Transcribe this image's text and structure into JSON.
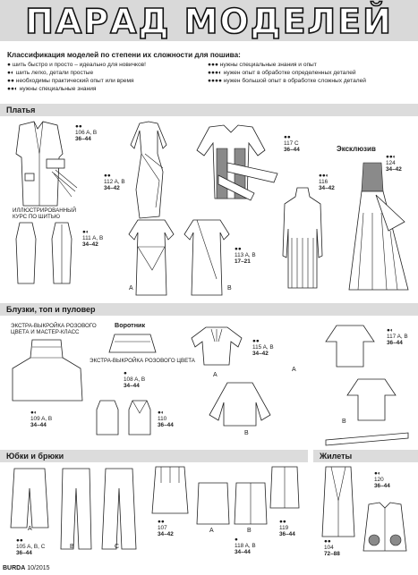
{
  "header": {
    "title": "ПАРАД МОДЕЛЕЙ"
  },
  "classification": {
    "title": "Классификация моделей по степени их сложности для пошива:",
    "items": [
      "● шить быстро и просто – идеально для новичков!",
      "●◐ шить легко, детали простые",
      "●● необходимы практический опыт или время",
      "●●◐ нужны специальные знания",
      "●●● нужны специальные знания и опыт",
      "●●●◐ нужен опыт в обработке определенных деталей",
      "●●●● нужен большой опыт в обработке сложных деталей"
    ]
  },
  "sections": {
    "dresses": "Платья",
    "blouses": "Блузки, топ и пуловер",
    "skirts": "Юбки и брюки",
    "vests": "Жилеты"
  },
  "labels": {
    "exclusive": "Эксклюзив",
    "course": [
      "ИЛЛЮСТРИРОВАННЫЙ",
      "КУРС ПО ШИТЬЮ"
    ],
    "collar": "Воротник",
    "extra1": [
      "ЭКСТРА-ВЫКРОЙКА РОЗОВОГО",
      "ЦВЕТА И МАСТЕР-КЛАСС"
    ],
    "extra2": "ЭКСТРА-ВЫКРОЙКА РОЗОВОГО ЦВЕТА",
    "variant_a": "A",
    "variant_b": "B",
    "variant_c": "C"
  },
  "models": {
    "m106": {
      "dots": "●●",
      "code": "106 A, B",
      "size": "36–44"
    },
    "m112": {
      "dots": "●●",
      "code": "112 A, B",
      "size": "34–42"
    },
    "m117c": {
      "dots": "●●",
      "code": "117 C",
      "size": "36–44"
    },
    "m124": {
      "dots": "●●◐",
      "code": "124",
      "size": "34–42"
    },
    "m116": {
      "dots": "●●◐",
      "code": "116",
      "size": "34–42"
    },
    "m111": {
      "dots": "●◐",
      "code": "111 A, B",
      "size": "34–42"
    },
    "m113": {
      "dots": "●●",
      "code": "113 A, B",
      "size": "17–21"
    },
    "m115": {
      "dots": "●●",
      "code": "115 A, B",
      "size": "34–42"
    },
    "m117ab": {
      "dots": "●◐",
      "code": "117 A, B",
      "size": "36–44"
    },
    "m108": {
      "dots": "●",
      "code": "108 A, B",
      "size": "34–44"
    },
    "m109": {
      "dots": "●◐",
      "code": "109 A, B",
      "size": "34–44"
    },
    "m110": {
      "dots": "●◐",
      "code": "110",
      "size": "36–44"
    },
    "m105": {
      "dots": "●●",
      "code": "105 A, B, C",
      "size": "36–44"
    },
    "m107": {
      "dots": "●●",
      "code": "107",
      "size": "34–42"
    },
    "m118": {
      "dots": "●",
      "code": "118 A, B",
      "size": "34–44"
    },
    "m119": {
      "dots": "●●",
      "code": "119",
      "size": "36–44"
    },
    "m104": {
      "dots": "●●",
      "code": "104",
      "size": "72–88"
    },
    "m120": {
      "dots": "●◐",
      "code": "120",
      "size": "36–44"
    }
  },
  "footer": {
    "brand": "BURDA",
    "issue": "10/2015"
  }
}
